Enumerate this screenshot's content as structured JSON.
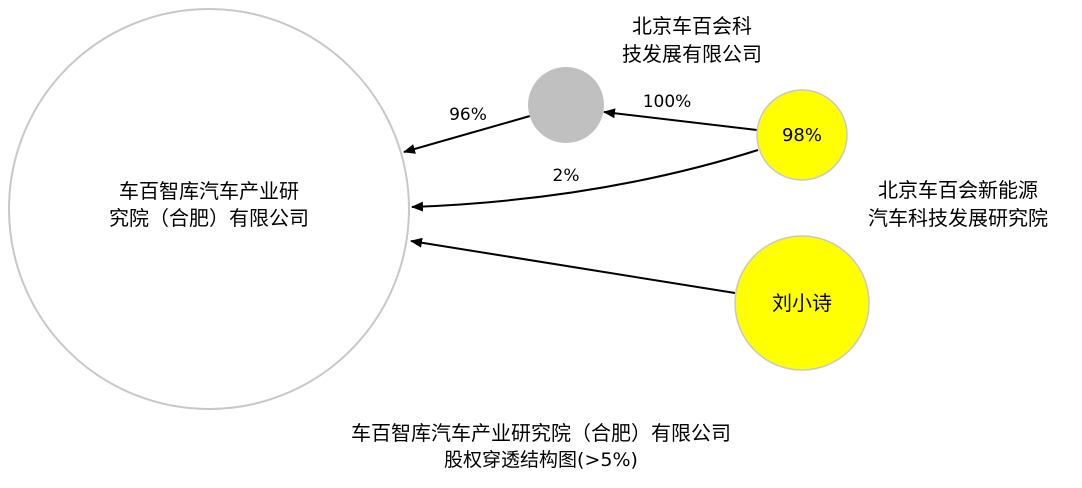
{
  "nodes": {
    "target": {
      "name_line1": "车百智库汽车产业研",
      "name_line2": "究院（合肥）有限公司",
      "fill": "#ffffff",
      "stroke": "#c8c8c8"
    },
    "beijing_tech": {
      "name_line1": "北京车百会科",
      "name_line2": "技发展有限公司",
      "fill": "#c0c0c0"
    },
    "institute": {
      "inner_label": "98%",
      "name_line1": "北京车百会新能源",
      "name_line2": "汽车科技发展研究院",
      "fill": "#ffff00"
    },
    "person": {
      "inner_label": "刘小诗",
      "fill": "#ffff00"
    }
  },
  "edges": {
    "beijing_to_target": {
      "label": "96%"
    },
    "institute_to_beijing": {
      "label": "100%"
    },
    "institute_to_target": {
      "label": "2%"
    }
  },
  "footer": {
    "title": "车百智库汽车产业研究院（合肥）有限公司",
    "subtitle": "股权穿透结构图(>5%)"
  }
}
